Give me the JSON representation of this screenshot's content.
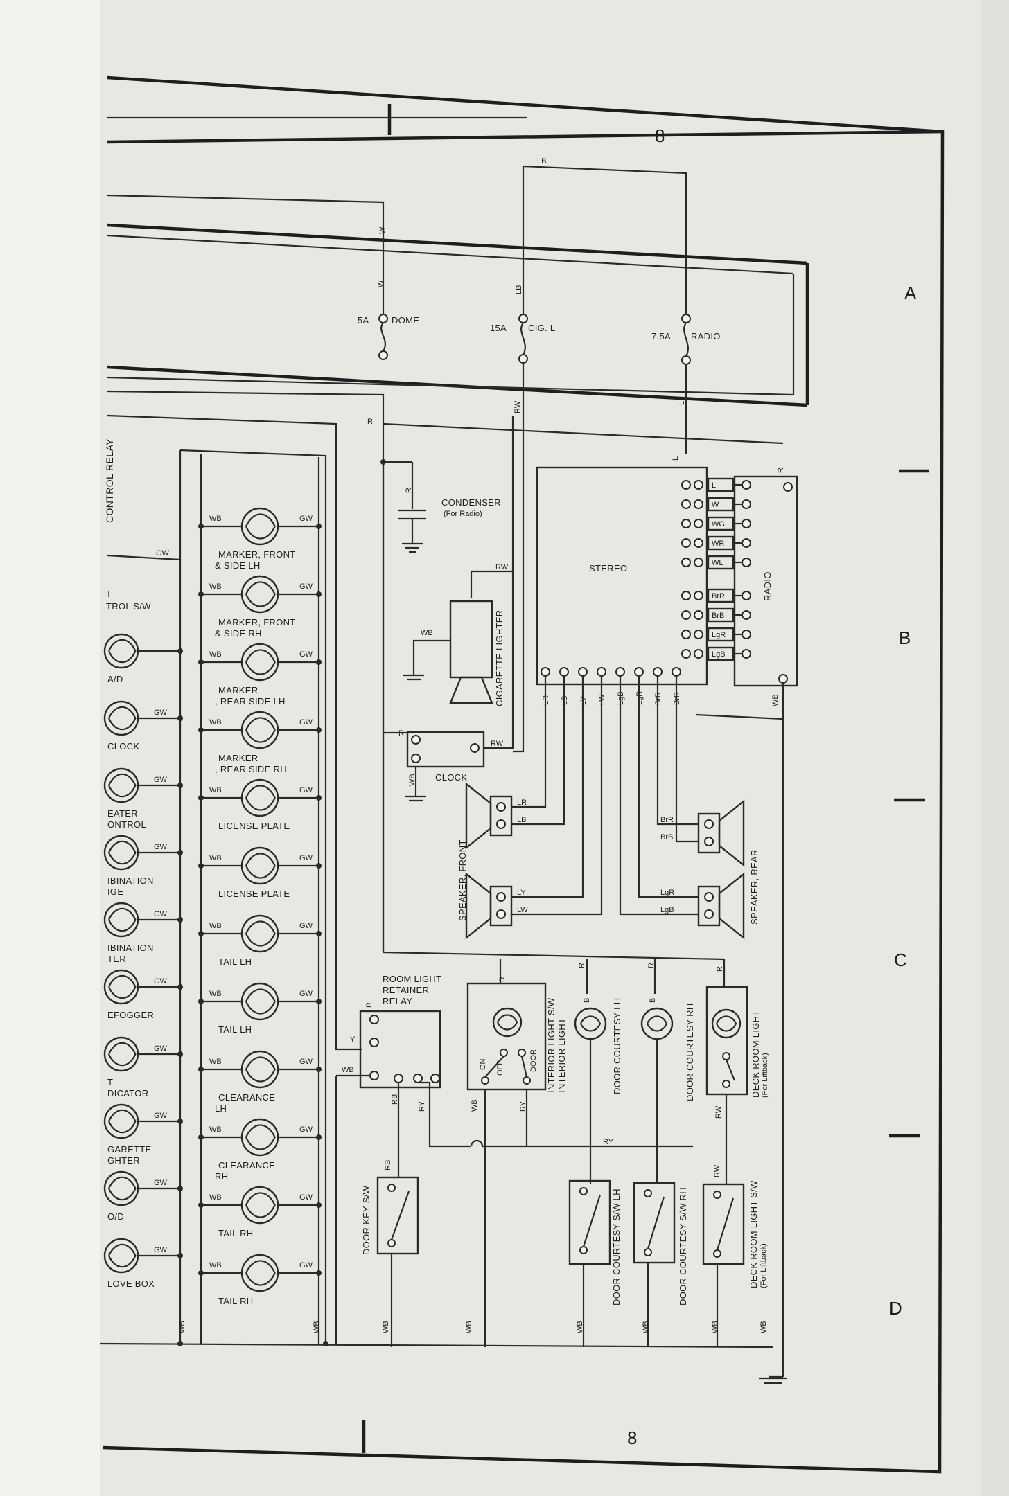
{
  "sheet": {
    "number_top": "8",
    "number_bottom": "8",
    "zones": [
      "A",
      "B",
      "C",
      "D"
    ]
  },
  "fuses": [
    {
      "id": "dome",
      "rating": "5A",
      "name": "DOME",
      "wire_in": "W",
      "wire_in2": "W",
      "wire_out": "R"
    },
    {
      "id": "cig",
      "rating": "15A",
      "name": "CIG. L",
      "wire_in": "LB",
      "wire_in2": "LB",
      "wire_out": "RW"
    },
    {
      "id": "radio",
      "rating": "7.5A",
      "name": "RADIO",
      "wire_out": "L",
      "wire_out2": "L"
    }
  ],
  "left_column": {
    "relay_label": "CONTROL RELAY",
    "switch_label_1": "T",
    "switch_label_2": "TROL S/W",
    "lamps": [
      {
        "label": "A/D",
        "label2": "",
        "wire": ""
      },
      {
        "label": "CLOCK",
        "label2": "",
        "wire": "GW"
      },
      {
        "label": "EATER",
        "label2": "ONTROL",
        "wire": "GW"
      },
      {
        "label": "IBINATION",
        "label2": "IGE",
        "wire": "GW"
      },
      {
        "label": "IBINATION",
        "label2": "TER",
        "wire": "GW"
      },
      {
        "label": "EFOGGER",
        "label2": "",
        "wire": "GW"
      },
      {
        "label": "T",
        "label2": "DICATOR",
        "wire": "GW"
      },
      {
        "label": "GARETTE",
        "label2": "GHTER",
        "wire": "GW"
      },
      {
        "label": "O/D",
        "label2": "",
        "wire": "GW"
      },
      {
        "label": "LOVE BOX",
        "label2": "",
        "wire": "GW"
      }
    ],
    "feed_wire": "GW"
  },
  "middle_lamps": [
    {
      "label": "MARKER, FRONT",
      "label2": "& SIDE LH",
      "wl": "WB",
      "wr": "GW"
    },
    {
      "label": "MARKER, FRONT",
      "label2": "& SIDE RH",
      "wl": "WB",
      "wr": "GW"
    },
    {
      "label": "MARKER",
      "label2": ", REAR SIDE LH",
      "wl": "WB",
      "wr": "GW"
    },
    {
      "label": "MARKER",
      "label2": ", REAR SIDE RH",
      "wl": "WB",
      "wr": "GW"
    },
    {
      "label": "LICENSE PLATE",
      "label2": "",
      "wl": "WB",
      "wr": "GW"
    },
    {
      "label": "LICENSE PLATE",
      "label2": "",
      "wl": "WB",
      "wr": "GW"
    },
    {
      "label": "TAIL LH",
      "label2": "",
      "wl": "WB",
      "wr": "GW"
    },
    {
      "label": "TAIL LH",
      "label2": "",
      "wl": "WB",
      "wr": "GW"
    },
    {
      "label": "CLEARANCE",
      "label2": "LH",
      "wl": "WB",
      "wr": "GW"
    },
    {
      "label": "CLEARANCE",
      "label2": "RH",
      "wl": "WB",
      "wr": "GW"
    },
    {
      "label": "TAIL RH",
      "label2": "",
      "wl": "WB",
      "wr": "GW"
    },
    {
      "label": "TAIL RH",
      "label2": "",
      "wl": "WB",
      "wr": "GW"
    }
  ],
  "ground_wires": [
    "WB",
    "WB",
    "WB",
    "WB",
    "WB",
    "WB",
    "WB",
    "WB"
  ],
  "condenser": {
    "name": "CONDENSER",
    "note": "(For Radio)",
    "wire": "R"
  },
  "cig_lighter": {
    "name": "CIGARETTE LIGHTER",
    "wire_in": "RW",
    "wire_gnd": "WB"
  },
  "clock": {
    "name": "CLOCK",
    "wire_in": "R",
    "wire_out": "RW",
    "wire_gnd": "WB"
  },
  "stereo": {
    "name": "STEREO",
    "bottom_terminals": [
      "LR",
      "LB",
      "LY",
      "LW",
      "LgB",
      "LgR",
      "BrR",
      "BrR"
    ],
    "right_terminals": [
      "L",
      "W",
      "WG",
      "WR",
      "WL",
      "BrR",
      "BrB",
      "LgR",
      "LgB"
    ]
  },
  "radio": {
    "name": "RADIO",
    "wire_top": "R",
    "wire_gnd": "WB"
  },
  "speakers": [
    {
      "name": "SPEAKER, FRONT",
      "upper": "LR",
      "lower": "LB",
      "upper2": "LY",
      "lower2": "LW"
    },
    {
      "name": "SPEAKER, REAR",
      "upper": "BrR",
      "lower": "BrB",
      "upper2": "LgR",
      "lower2": "LgB"
    }
  ],
  "relay": {
    "name": "ROOM LIGHT",
    "name2": "RETAINER",
    "name3": "RELAY",
    "pins": [
      "R",
      "Y",
      "WB",
      "RB",
      "RY"
    ]
  },
  "interior_light": {
    "name": "INTERIOR LIGHT S/W",
    "name2": "INTERIOR LIGHT",
    "positions": [
      "ON",
      "OFF",
      "DOOR"
    ],
    "wire_top": "R",
    "wire_left": "WB",
    "wire_right": "RY"
  },
  "courtesy": [
    {
      "name": "DOOR COURTESY LH",
      "wire_top": "R",
      "wire_b": "B"
    },
    {
      "name": "DOOR COURTESY RH",
      "wire_top": "R",
      "wire_b": "B"
    }
  ],
  "deck_light": {
    "name": "DECK ROOM LIGHT",
    "note": "(For Liftback)",
    "wire_top": "R",
    "wire_bottom": "RW"
  },
  "switches": [
    {
      "name": "DOOR KEY S/W",
      "wire": "RB"
    },
    {
      "name": "DOOR COURTESY S/W LH",
      "wire": ""
    },
    {
      "name": "DOOR COURTESY S/W RH",
      "wire": ""
    },
    {
      "name": "DECK ROOM LIGHT S/W",
      "note": "(For Liftback)",
      "wire": "RW"
    }
  ],
  "bus_wire": "RY",
  "colors": {
    "paper": "#e9e7e2",
    "ink": "#1e1e1e"
  }
}
